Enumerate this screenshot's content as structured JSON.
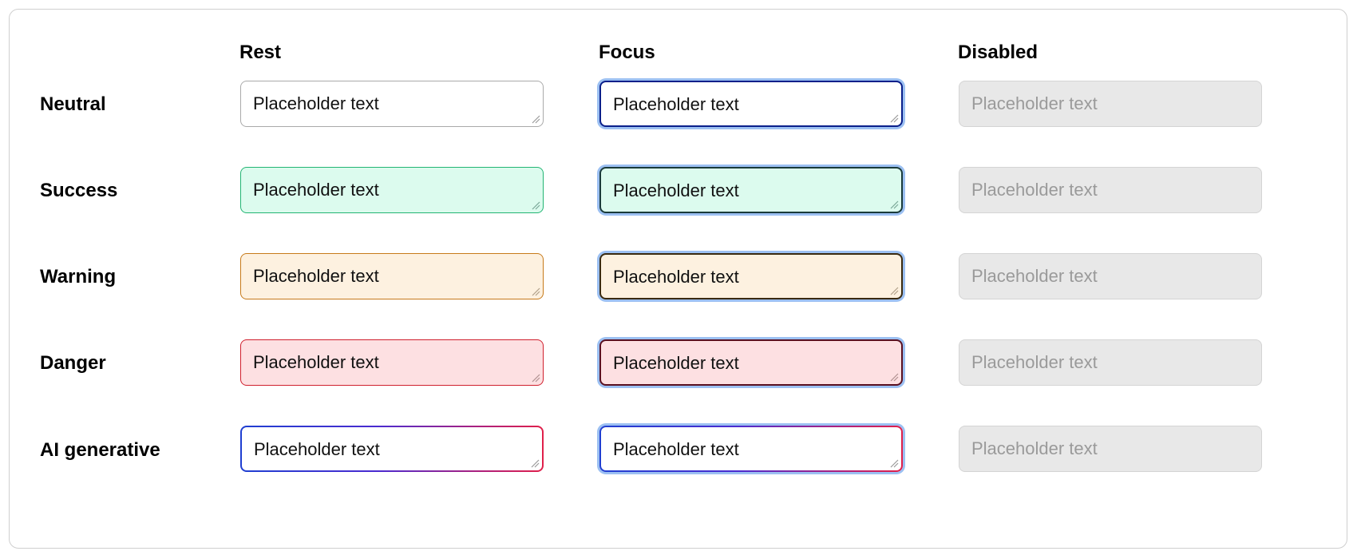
{
  "columns": [
    "Rest",
    "Focus",
    "Disabled"
  ],
  "rows": [
    {
      "label": "Neutral",
      "rest_bg": "#ffffff",
      "rest_border": "#aaaaaa",
      "focus_border": "#0a1f8a",
      "placeholder": "Placeholder text"
    },
    {
      "label": "Success",
      "rest_bg": "#dcfbee",
      "rest_border": "#22b573",
      "focus_border": "#1a3a3a",
      "placeholder": "Placeholder text"
    },
    {
      "label": "Warning",
      "rest_bg": "#fdf1e0",
      "rest_border": "#c77a1a",
      "focus_border": "#3a2a10",
      "placeholder": "Placeholder text"
    },
    {
      "label": "Danger",
      "rest_bg": "#fde0e2",
      "rest_border": "#d0202e",
      "focus_border": "#5a1020",
      "placeholder": "Placeholder text"
    },
    {
      "label": "AI generative",
      "rest_bg": "#ffffff",
      "rest_border": "gradient",
      "focus_border": "gradient",
      "placeholder": "Placeholder text"
    }
  ],
  "disabled": {
    "bg": "#e8e8e8",
    "border": "#d4d4d4",
    "text_color": "#9a9a9a"
  },
  "focus_ring_color": "#9cc0f2",
  "icons": {
    "resize": "resize-grip-icon"
  }
}
